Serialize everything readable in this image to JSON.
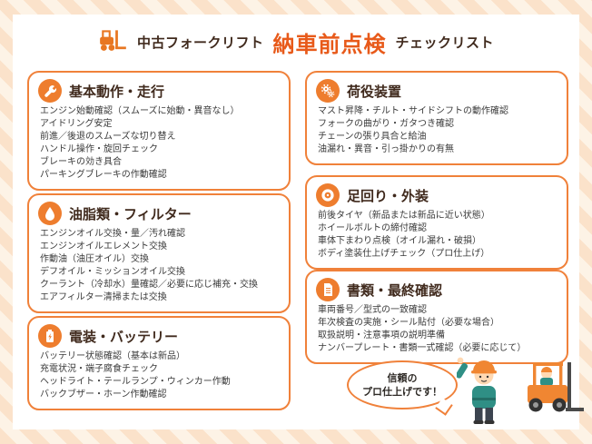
{
  "title": {
    "prefix": "中古フォークリフト",
    "highlight": "納車前点検",
    "suffix": "チェックリスト",
    "icon": "forklift-icon"
  },
  "colors": {
    "accent_orange": "#e85a1a",
    "card_border": "#f0813a",
    "icon_circle": "#ee7d2e",
    "heading_text": "#402a1d",
    "body_text": "#3a3a3a",
    "stripe_dark": "#fbe2ca",
    "stripe_light": "#fdf3e6",
    "worker_teal": "#2f8f85"
  },
  "cards": [
    {
      "icon": "wrench-icon",
      "title": "基本動作・走行",
      "items": [
        "エンジン始動確認（スムーズに始動・異音なし）",
        "アイドリング安定",
        "前進／後退のスムーズな切り替え",
        "ハンドル操作・旋回チェック",
        "ブレーキの効き具合",
        "パーキングブレーキの作動確認"
      ]
    },
    {
      "icon": "oil-drop-icon",
      "title": "油脂類・フィルター",
      "items": [
        "エンジンオイル交換・量／汚れ確認",
        "エンジンオイルエレメント交換",
        "作動油（油圧オイル）交換",
        "デフオイル・ミッションオイル交換",
        "クーラント（冷却水）量確認／必要に応じ補充・交換",
        "エアフィルター清掃または交換"
      ]
    },
    {
      "icon": "battery-icon",
      "title": "電装・バッテリー",
      "items": [
        "バッテリー状態確認（基本は新品）",
        "充電状況・端子腐食チェック",
        "ヘッドライト・テールランプ・ウィンカー作動",
        "バックブザー・ホーン作動確認"
      ]
    },
    {
      "icon": "gears-icon",
      "title": "荷役装置",
      "items": [
        "マスト昇降・チルト・サイドシフトの動作確認",
        "フォークの曲がり・ガタつき確認",
        "チェーンの張り具合と給油",
        "油漏れ・異音・引っ掛かりの有無"
      ]
    },
    {
      "icon": "tire-icon",
      "title": "足回り・外装",
      "items": [
        "前後タイヤ（新品または新品に近い状態）",
        "ホイールボルトの締付確認",
        "車体下まわり点検（オイル漏れ・破損）",
        "ボディ塗装仕上げチェック（プロ仕上げ）"
      ]
    },
    {
      "icon": "document-icon",
      "title": "書類・最終確認",
      "items": [
        "車両番号／型式の一致確認",
        "年次検査の実施・シール貼付（必要な場合）",
        "取扱説明・注意事項の説明準備",
        "ナンバープレート・書類一式確認（必要に応じて）"
      ]
    }
  ],
  "bubble": {
    "line1": "信頼の",
    "line2": "プロ仕上げです！"
  }
}
